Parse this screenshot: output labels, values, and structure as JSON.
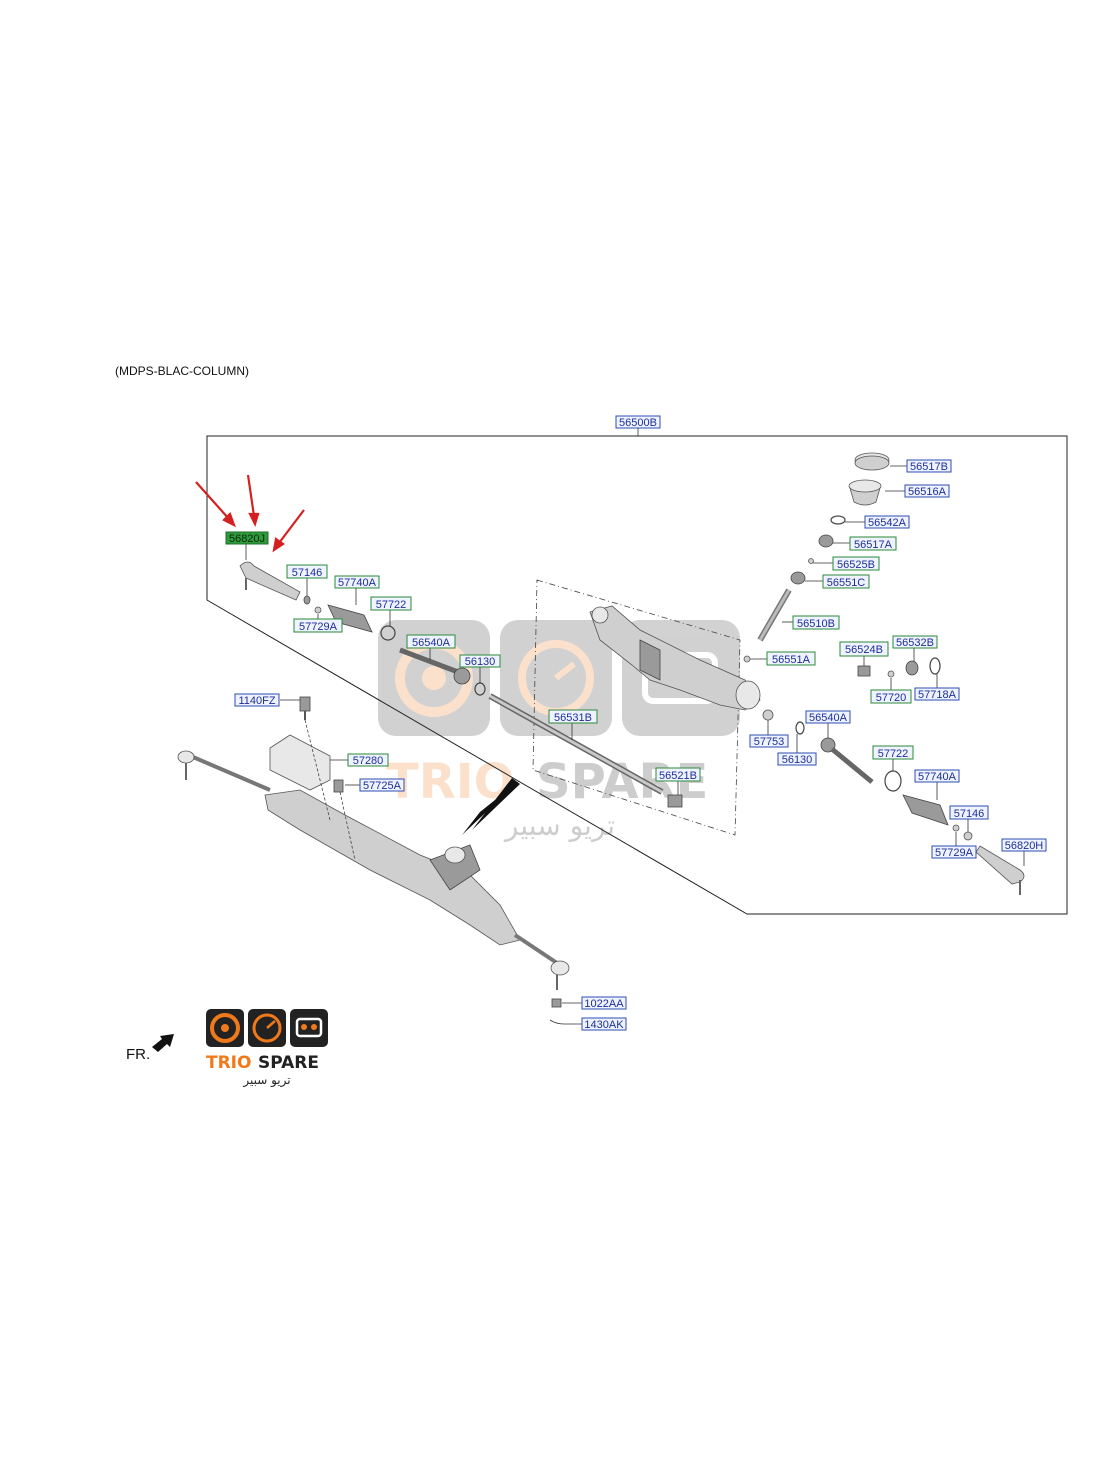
{
  "caption": "(MDPS-BLAC-COLUMN)",
  "assembly_label": "56500B",
  "parts": {
    "p56517B": "56517B",
    "p56516A": "56516A",
    "p56542A": "56542A",
    "p56517A": "56517A",
    "p56525B": "56525B",
    "p56551C": "56551C",
    "p56510B": "56510B",
    "p56551A": "56551A",
    "p56524B": "56524B",
    "p56532B": "56532B",
    "p57720": "57720",
    "p57718A": "57718A",
    "p56820J": "56820J",
    "p57146_l": "57146",
    "p57740A_l": "57740A",
    "p57722_l": "57722",
    "p57729A_l": "57729A",
    "p56540A_l": "56540A",
    "p56130_l": "56130",
    "p56531B": "56531B",
    "p56521B": "56521B",
    "p57753": "57753",
    "p56540A_r": "56540A",
    "p56130_r": "56130",
    "p57722_r": "57722",
    "p57740A_r": "57740A",
    "p57146_r": "57146",
    "p57729A_r": "57729A",
    "p56820H": "56820H",
    "p1140FZ": "1140FZ",
    "p57280": "57280",
    "p57725A": "57725A",
    "p1022AA": "1022AA",
    "p1430AK": "1430AK"
  },
  "front_indicator": "FR.",
  "logo": {
    "brand_left": "TRIO",
    "brand_right": "SPARE",
    "arabic": "تريو سبير"
  },
  "colors": {
    "highlight": "#2e9a3c",
    "label_text": "#1d2e9c",
    "arrow": "#d42020",
    "brand_orange": "#f07a1a",
    "brand_dark": "#222222"
  }
}
